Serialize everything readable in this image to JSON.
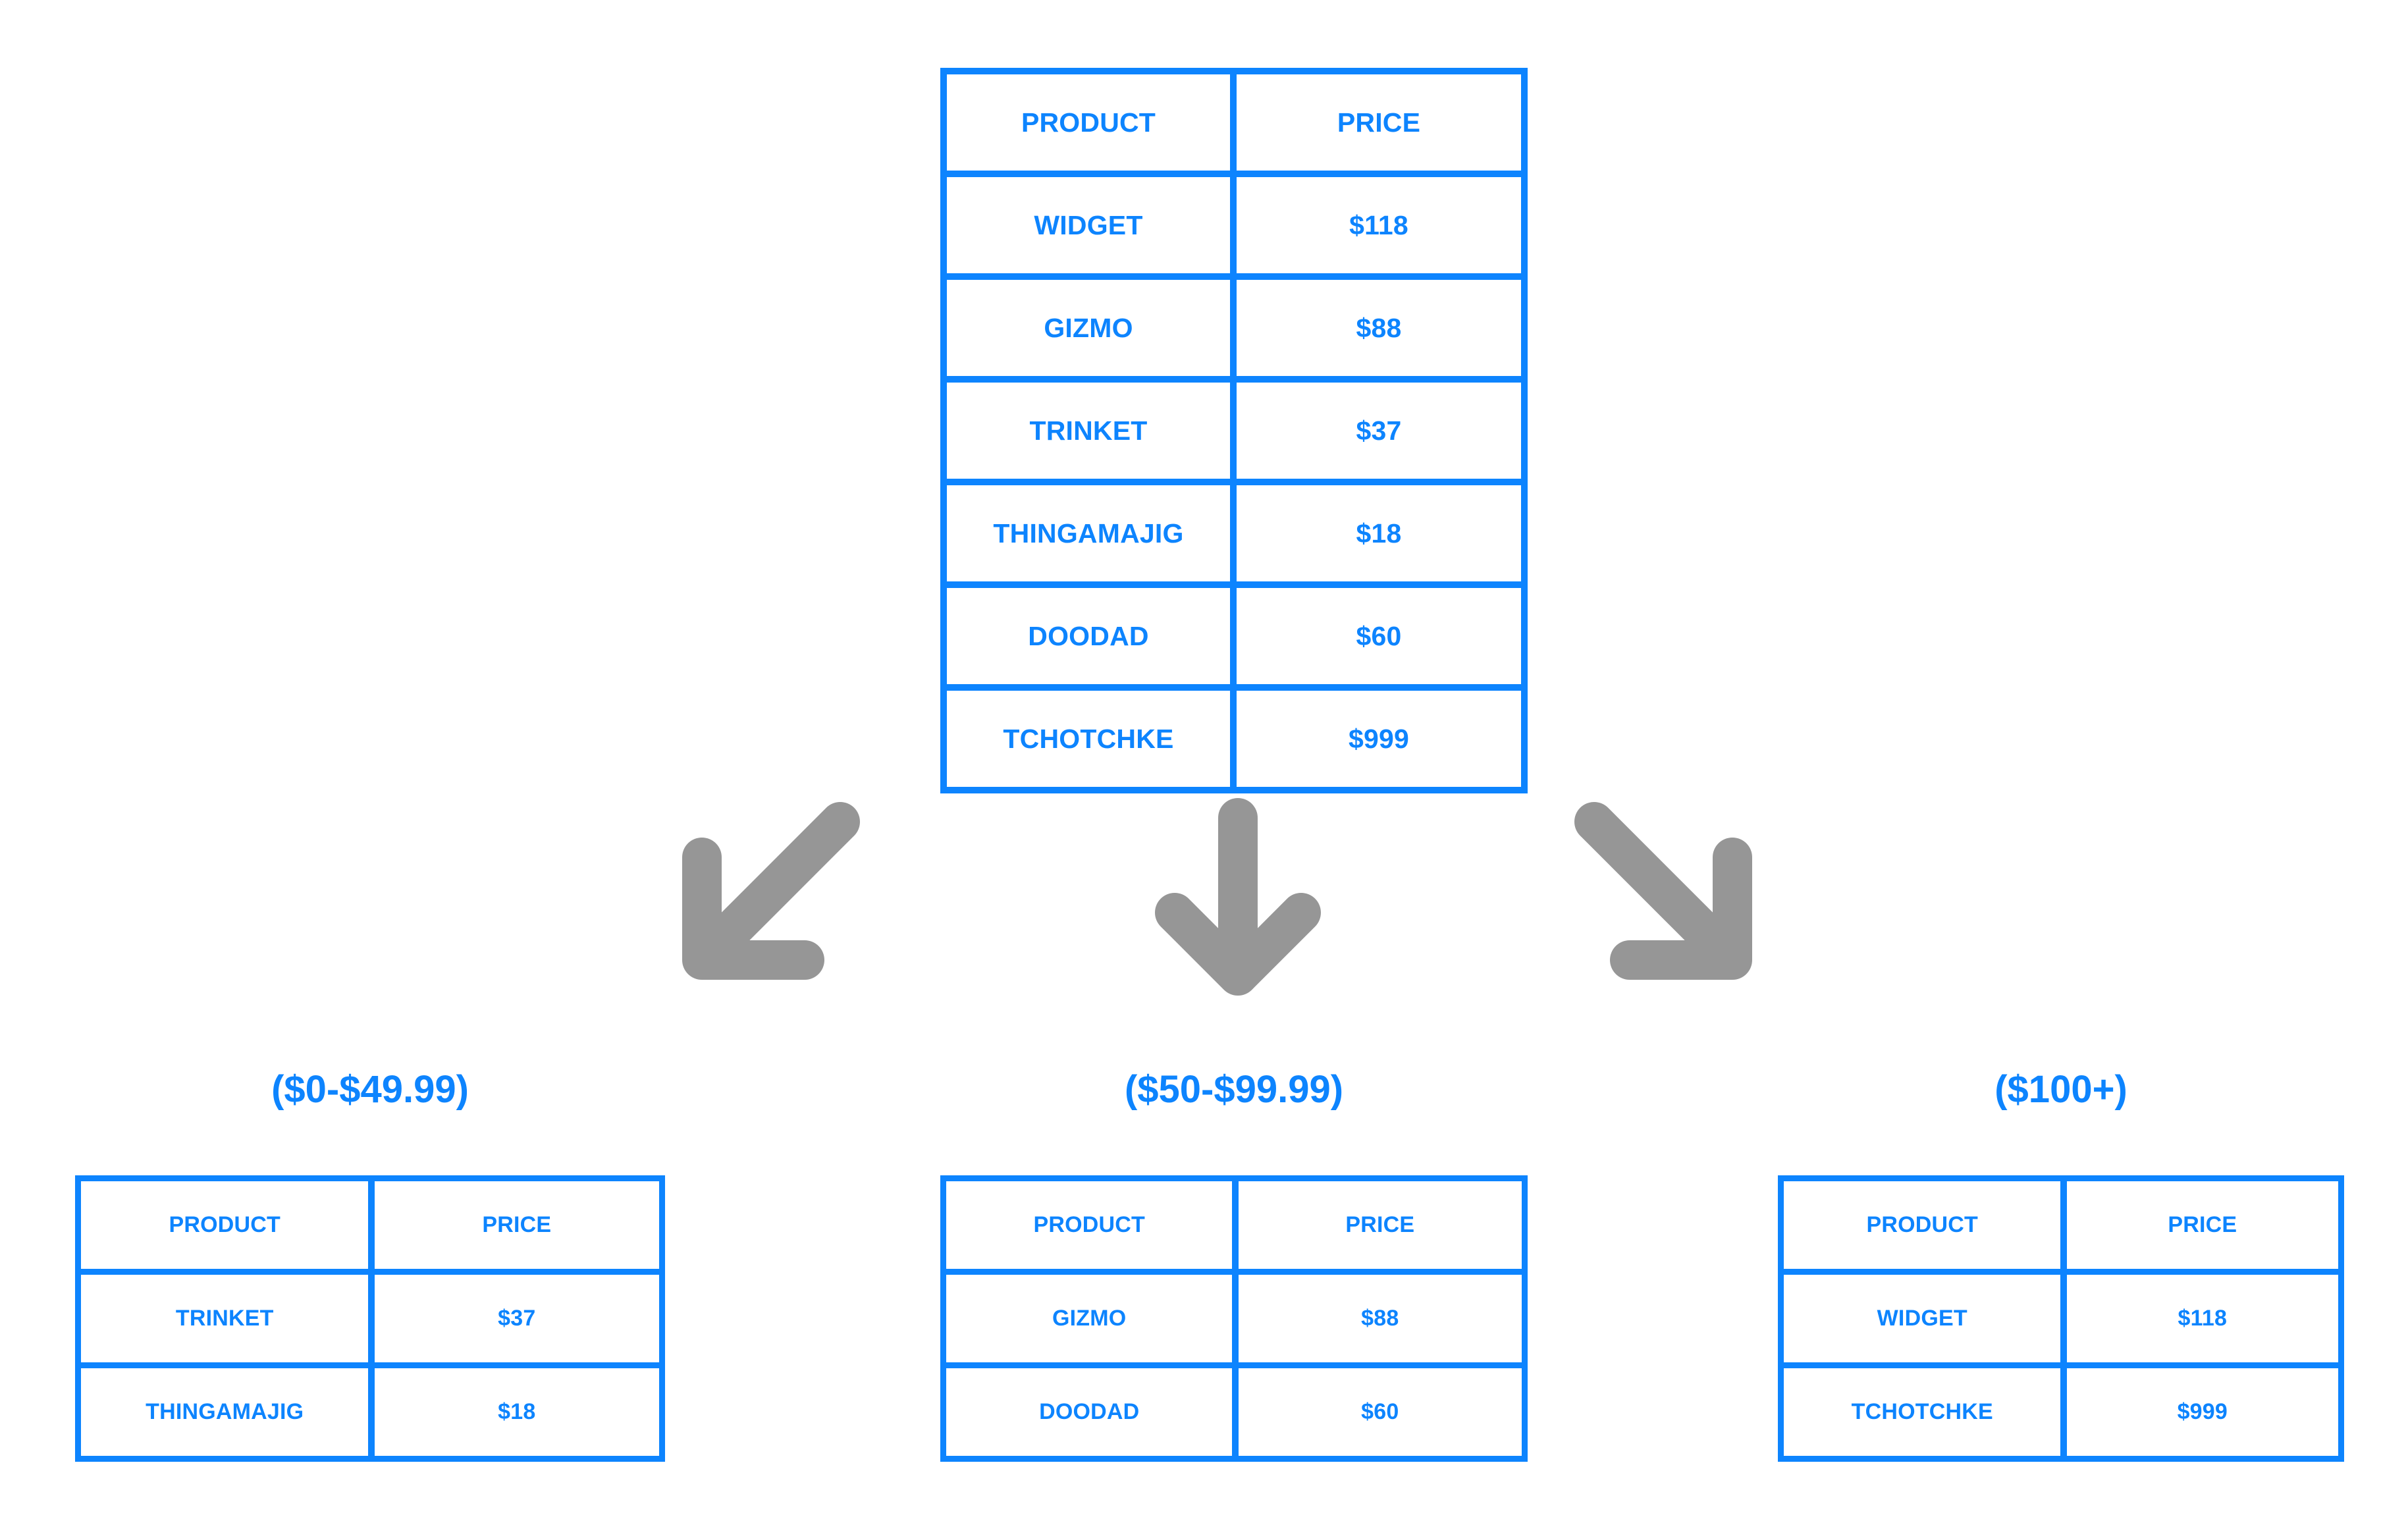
{
  "colors": {
    "accent_blue": "#0d84fe",
    "arrow_gray": "#969696",
    "background": "#ffffff"
  },
  "source_table": {
    "name": "product-price-table",
    "columns": [
      "PRODUCT",
      "PRICE"
    ],
    "rows": [
      {
        "product": "WIDGET",
        "price": "$118"
      },
      {
        "product": "GIZMO",
        "price": "$88"
      },
      {
        "product": "TRINKET",
        "price": "$37"
      },
      {
        "product": "THINGAMAJIG",
        "price": "$18"
      },
      {
        "product": "DOODAD",
        "price": "$60"
      },
      {
        "product": "TCHOTCHKE",
        "price": "$999"
      }
    ]
  },
  "arrows": [
    {
      "name": "arrow-down-left-icon",
      "direction": "down-left"
    },
    {
      "name": "arrow-down-icon",
      "direction": "down"
    },
    {
      "name": "arrow-down-right-icon",
      "direction": "down-right"
    }
  ],
  "buckets": [
    {
      "label": "($0-$49.99)",
      "columns": [
        "PRODUCT",
        "PRICE"
      ],
      "rows": [
        {
          "product": "TRINKET",
          "price": "$37"
        },
        {
          "product": "THINGAMAJIG",
          "price": "$18"
        }
      ]
    },
    {
      "label": "($50-$99.99)",
      "columns": [
        "PRODUCT",
        "PRICE"
      ],
      "rows": [
        {
          "product": "GIZMO",
          "price": "$88"
        },
        {
          "product": "DOODAD",
          "price": "$60"
        }
      ]
    },
    {
      "label": "($100+)",
      "columns": [
        "PRODUCT",
        "PRICE"
      ],
      "rows": [
        {
          "product": "WIDGET",
          "price": "$118"
        },
        {
          "product": "TCHOTCHKE",
          "price": "$999"
        }
      ]
    }
  ]
}
